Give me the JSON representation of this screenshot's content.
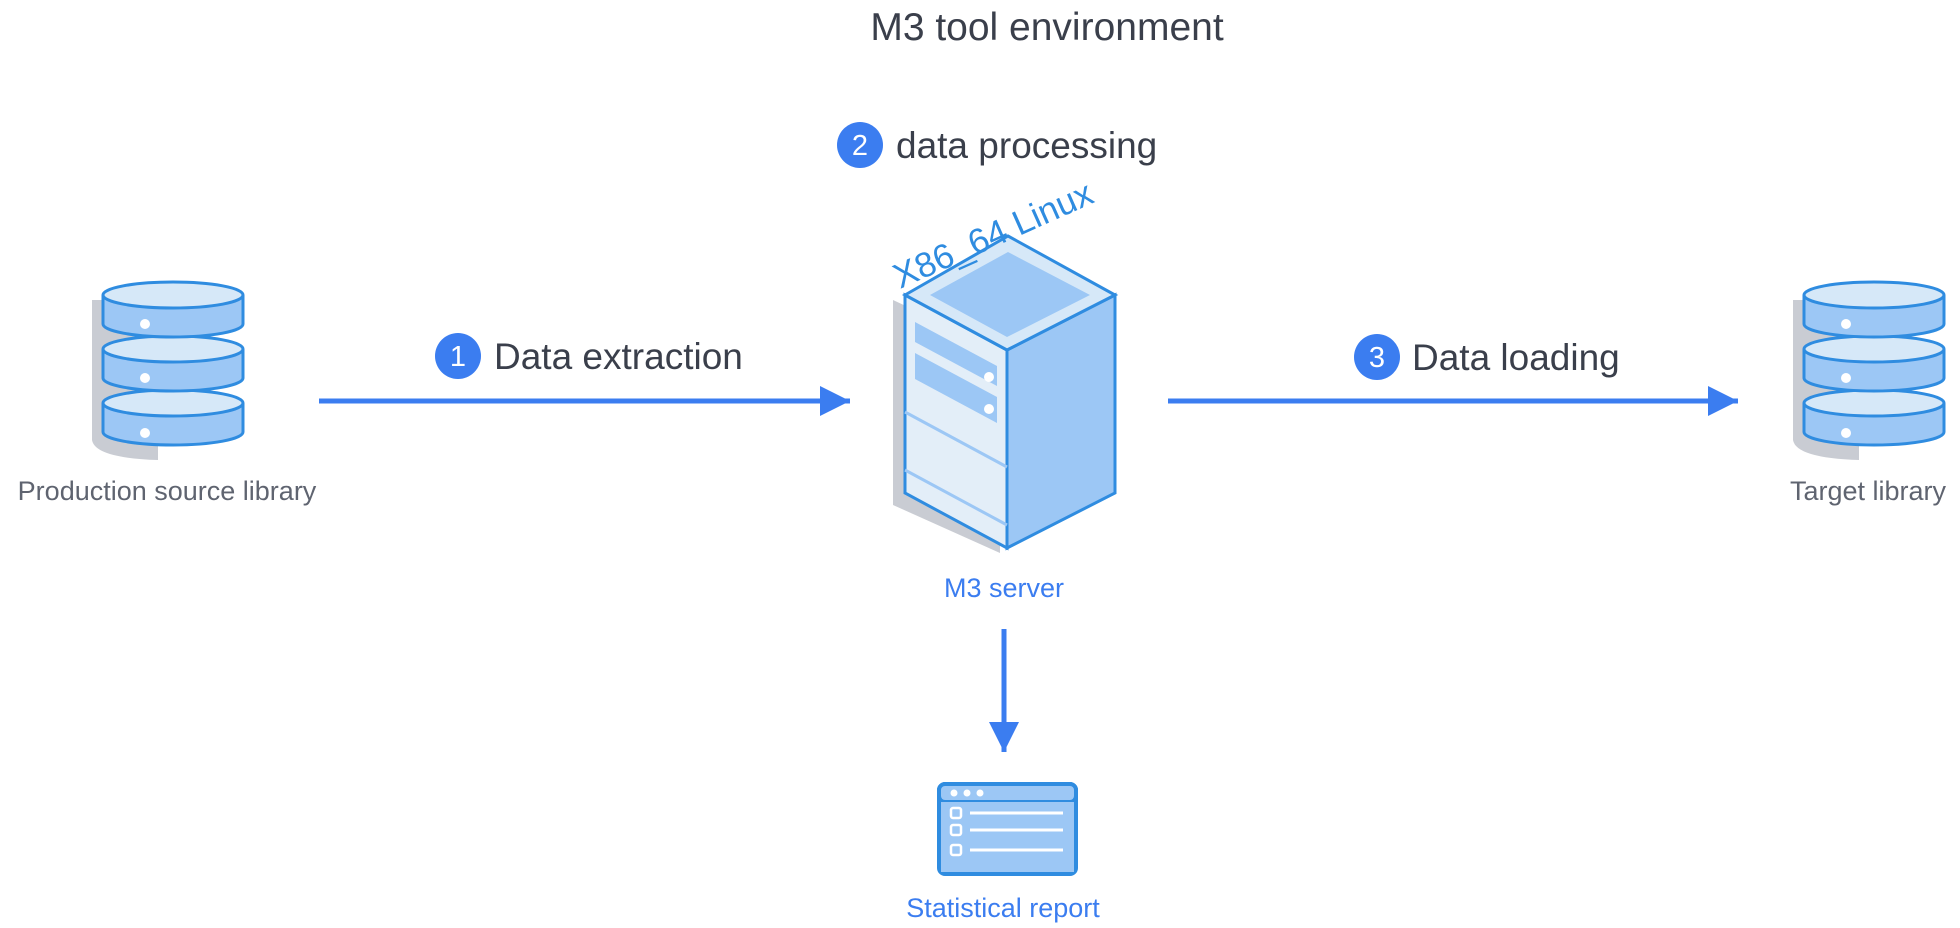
{
  "title": "M3 tool environment",
  "steps": [
    {
      "number": "1",
      "label": "Data extraction"
    },
    {
      "number": "2",
      "label": "data processing"
    },
    {
      "number": "3",
      "label": "Data loading"
    }
  ],
  "source_db": {
    "label": "Production source library",
    "icon": "database-icon"
  },
  "target_db": {
    "label": "Target library",
    "icon": "database-icon"
  },
  "server": {
    "label": "M3 server",
    "os_label": "X86_64 Linux",
    "icon": "server-icon"
  },
  "report": {
    "label": "Statistical report",
    "icon": "report-window-icon"
  },
  "colors": {
    "accent": "#3b7df0",
    "outline": "#2f8ce0",
    "fill_light": "#d6e8f8",
    "fill_mid": "#9cc7f5",
    "shadow": "#c9ccd3",
    "text_dark": "#3a3f4b",
    "text_gray": "#5f6470"
  }
}
